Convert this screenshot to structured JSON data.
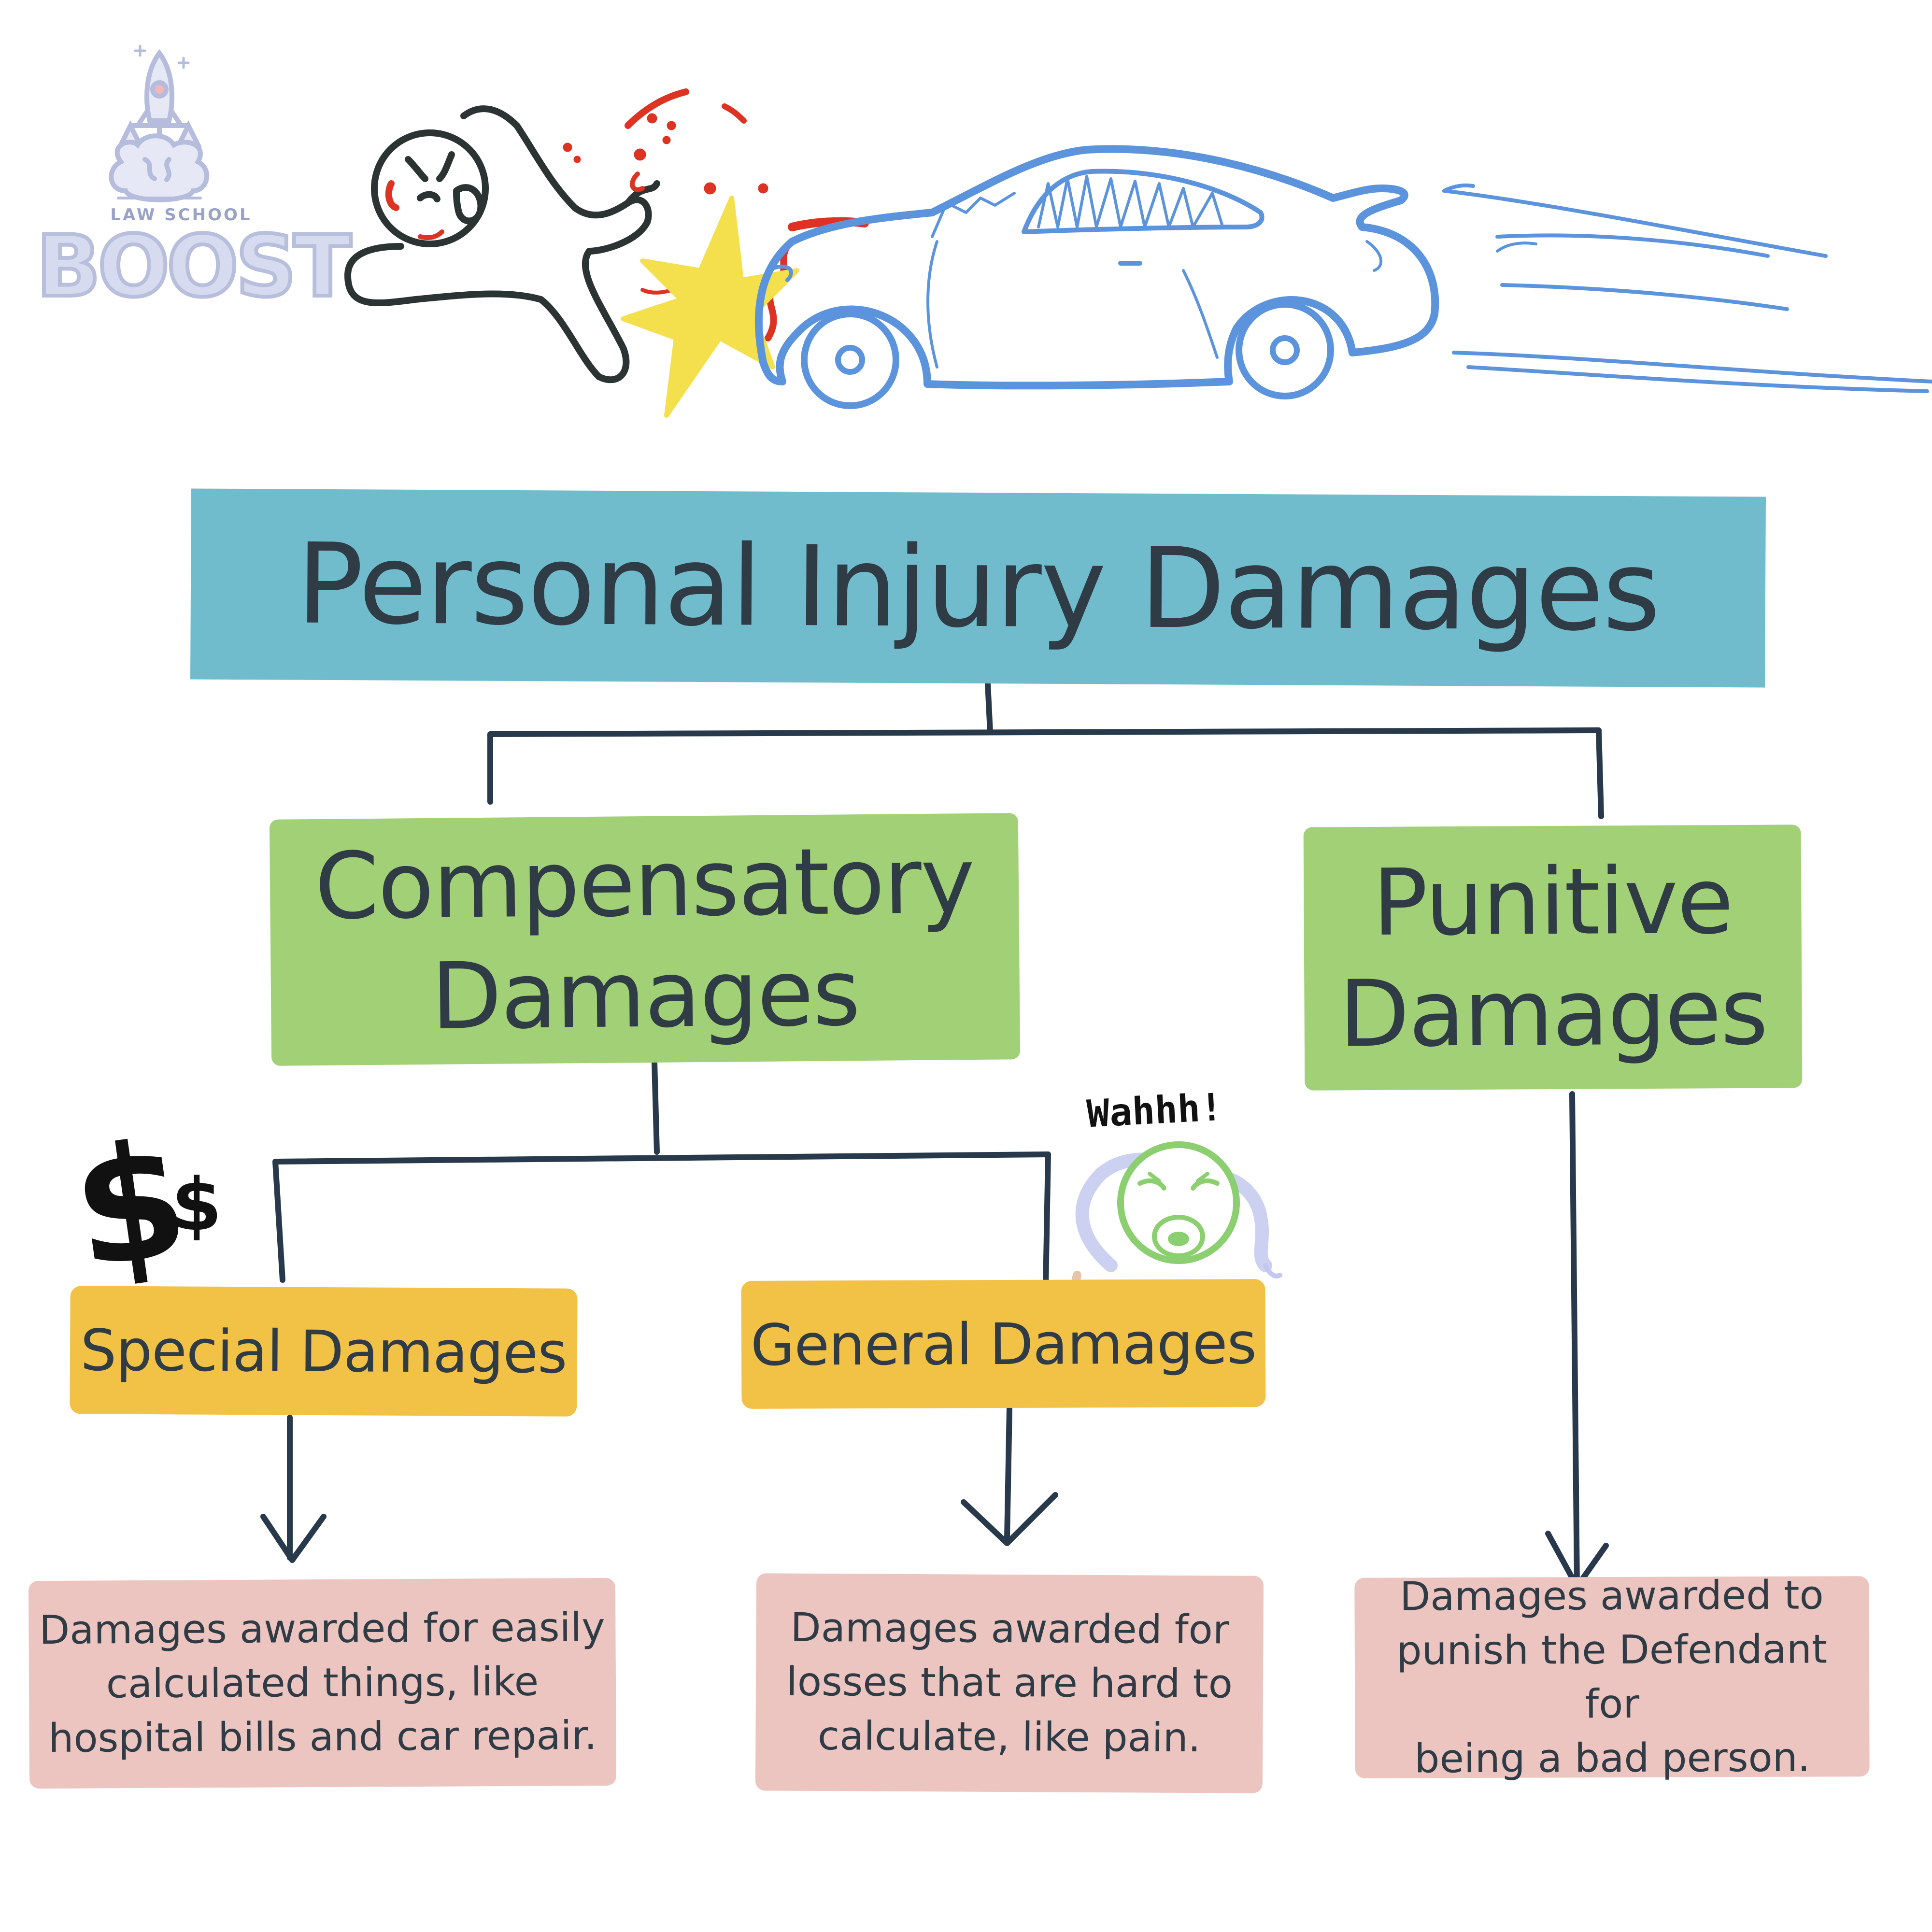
{
  "logo": {
    "small_text": "LAW SCHOOL",
    "big_text": "BOOST"
  },
  "illustration": {
    "sound_text": "Wahhh!",
    "dollar_big": "$",
    "dollar_small": "$"
  },
  "diagram": {
    "title": "Personal Injury Damages",
    "branches": [
      {
        "label_line1": "Compensatory",
        "label_line2": "Damages",
        "children": [
          {
            "label": "Special Damages",
            "description_lines": [
              "Damages awarded for easily",
              "calculated things, like",
              "hospital bills and car repair."
            ]
          },
          {
            "label": "General Damages",
            "description_lines": [
              "Damages awarded for",
              "losses that are hard to",
              "calculate, like pain."
            ]
          }
        ]
      },
      {
        "label_line1": "Punitive",
        "label_line2": "Damages",
        "description_lines": [
          "Damages awarded to",
          "punish the Defendant for",
          "being a bad person."
        ]
      }
    ]
  },
  "colors": {
    "title_bg": "#71bccc",
    "branch_bg": "#a1d077",
    "sub_bg": "#f2c246",
    "desc_bg": "#ecc5c0",
    "connector": "#27394a",
    "car": "#5b94dd",
    "blood": "#dd3322",
    "star": "#f4e04d"
  }
}
